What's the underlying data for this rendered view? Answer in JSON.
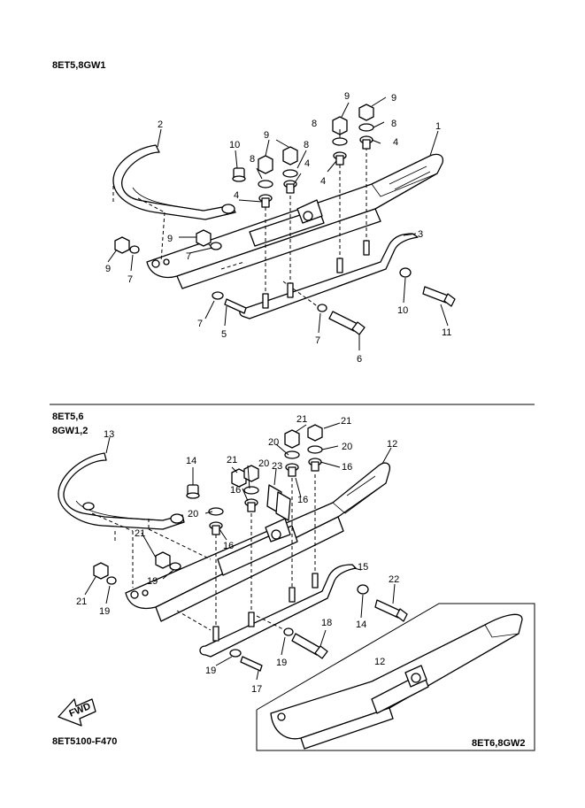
{
  "top_section": {
    "models": "8ET5,8GW1",
    "callouts": [
      {
        "id": "t-1",
        "text": "1"
      },
      {
        "id": "t-2",
        "text": "2"
      },
      {
        "id": "t-3",
        "text": "3"
      },
      {
        "id": "t-4a",
        "text": "4"
      },
      {
        "id": "t-4b",
        "text": "4"
      },
      {
        "id": "t-4c",
        "text": "4"
      },
      {
        "id": "t-4d",
        "text": "4"
      },
      {
        "id": "t-5",
        "text": "5"
      },
      {
        "id": "t-6",
        "text": "6"
      },
      {
        "id": "t-7a",
        "text": "7"
      },
      {
        "id": "t-7b",
        "text": "7"
      },
      {
        "id": "t-7c",
        "text": "7"
      },
      {
        "id": "t-7d",
        "text": "7"
      },
      {
        "id": "t-8a",
        "text": "8"
      },
      {
        "id": "t-8b",
        "text": "8"
      },
      {
        "id": "t-8c",
        "text": "8"
      },
      {
        "id": "t-8d",
        "text": "8"
      },
      {
        "id": "t-9a",
        "text": "9"
      },
      {
        "id": "t-9b",
        "text": "9"
      },
      {
        "id": "t-9c",
        "text": "9"
      },
      {
        "id": "t-9d",
        "text": "9"
      },
      {
        "id": "t-9e",
        "text": "9"
      },
      {
        "id": "t-10a",
        "text": "10"
      },
      {
        "id": "t-10b",
        "text": "10"
      },
      {
        "id": "t-11",
        "text": "11"
      }
    ]
  },
  "bottom_section": {
    "models_line1": "8ET5,6",
    "models_line2": "8GW1,2",
    "inset_models": "8ET6,8GW2",
    "callouts": [
      {
        "id": "b-12a",
        "text": "12"
      },
      {
        "id": "b-12b",
        "text": "12"
      },
      {
        "id": "b-13",
        "text": "13"
      },
      {
        "id": "b-14a",
        "text": "14"
      },
      {
        "id": "b-14b",
        "text": "14"
      },
      {
        "id": "b-15",
        "text": "15"
      },
      {
        "id": "b-16a",
        "text": "16"
      },
      {
        "id": "b-16b",
        "text": "16"
      },
      {
        "id": "b-16c",
        "text": "16"
      },
      {
        "id": "b-16d",
        "text": "16"
      },
      {
        "id": "b-17",
        "text": "17"
      },
      {
        "id": "b-18",
        "text": "18"
      },
      {
        "id": "b-19a",
        "text": "19"
      },
      {
        "id": "b-19b",
        "text": "19"
      },
      {
        "id": "b-19c",
        "text": "19"
      },
      {
        "id": "b-19d",
        "text": "19"
      },
      {
        "id": "b-20a",
        "text": "20"
      },
      {
        "id": "b-20b",
        "text": "20"
      },
      {
        "id": "b-20c",
        "text": "20"
      },
      {
        "id": "b-20d",
        "text": "20"
      },
      {
        "id": "b-21a",
        "text": "21"
      },
      {
        "id": "b-21b",
        "text": "21"
      },
      {
        "id": "b-21c",
        "text": "21"
      },
      {
        "id": "b-21d",
        "text": "21"
      },
      {
        "id": "b-21e",
        "text": "21"
      },
      {
        "id": "b-22",
        "text": "22"
      },
      {
        "id": "b-23",
        "text": "23"
      }
    ]
  },
  "fwd_label": "FWD",
  "figure_code": "8ET5100-F470"
}
